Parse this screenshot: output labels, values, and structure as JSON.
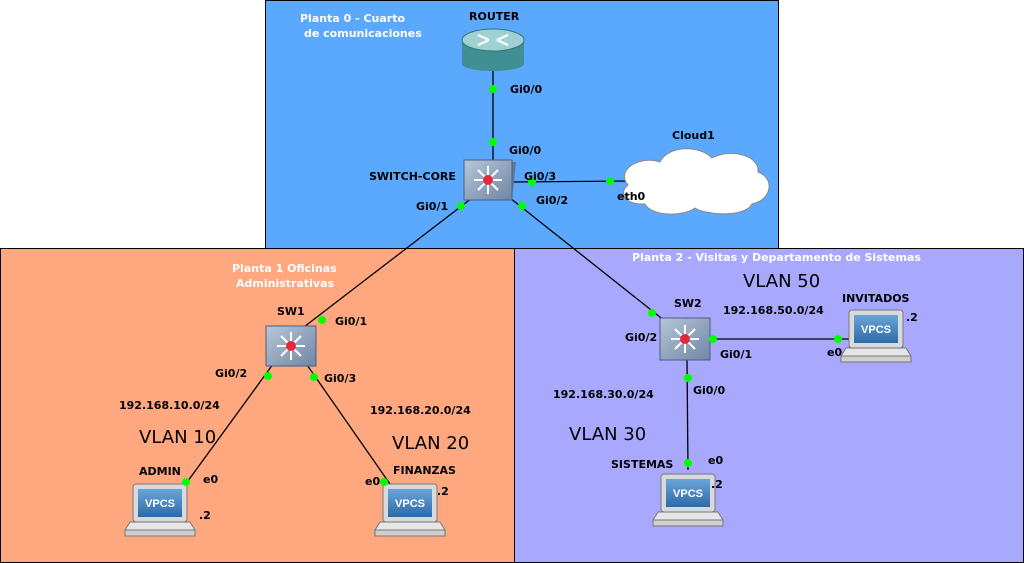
{
  "zones": {
    "floor0": {
      "title_line1": "Planta 0 - Cuarto",
      "title_line2": "de comunicaciones",
      "color": "#5aa9ff"
    },
    "floor1": {
      "title_line1": "Planta 1 Oficinas",
      "title_line2": "Administrativas",
      "color": "#ffa77f"
    },
    "floor2": {
      "title": "Planta 2 - Visitas y Departamento de Sistemas",
      "color": "#a8a8ff"
    }
  },
  "devices": {
    "router": "ROUTER",
    "switch_core": "SWITCH-CORE",
    "cloud": "Cloud1",
    "sw1": "SW1",
    "sw2": "SW2",
    "admin": "ADMIN",
    "finanzas": "FINANZAS",
    "sistemas": "SISTEMAS",
    "invitados": "INVITADOS",
    "vpcs_label": "VPCS"
  },
  "ports": {
    "router_gi00": "Gi0/0",
    "core_gi00": "Gi0/0",
    "core_gi03": "Gi0/3",
    "cloud_eth0": "eth0",
    "core_gi01": "Gi0/1",
    "core_gi02": "Gi0/2",
    "sw1_gi01": "Gi0/1",
    "sw1_gi02": "Gi0/2",
    "sw1_gi03": "Gi0/3",
    "sw2_gi02": "Gi0/2",
    "sw2_gi01": "Gi0/1",
    "sw2_gi00": "Gi0/0",
    "admin_e0": "e0",
    "finanzas_e0": "e0",
    "sistemas_e0": "e0",
    "invitados_e0": "e0"
  },
  "subnets": {
    "vlan10": "192.168.10.0/24",
    "vlan20": "192.168.20.0/24",
    "vlan30": "192.168.30.0/24",
    "vlan50": "192.168.50.0/24"
  },
  "vlans": {
    "vlan10": "VLAN 10",
    "vlan20": "VLAN 20",
    "vlan30": "VLAN 30",
    "vlan50": "VLAN 50"
  },
  "hosts": {
    "admin": ".2",
    "finanzas": ".2",
    "sistemas": ".2",
    "invitados": ".2"
  },
  "colors": {
    "link": "#000000",
    "port_dot": "#00ff00",
    "router_body": "#3f8f93",
    "switch_body": "#7f96b4"
  }
}
